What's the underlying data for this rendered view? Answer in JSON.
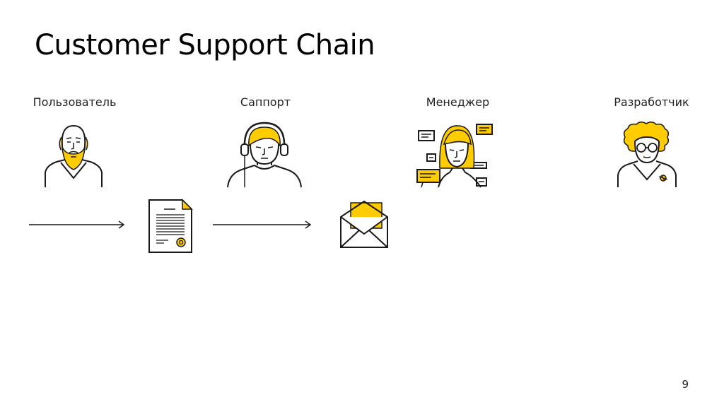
{
  "slide": {
    "title": "Customer Support Chain",
    "page_number": "9"
  },
  "roles": [
    {
      "label": "Пользователь",
      "icon": "bearded-man-avatar-icon"
    },
    {
      "label": "Саппорт",
      "icon": "headset-operator-avatar-icon"
    },
    {
      "label": "Менеджер",
      "icon": "woman-with-chat-bubbles-avatar-icon"
    },
    {
      "label": "Разработчик",
      "icon": "curly-haired-developer-avatar-icon"
    }
  ],
  "flow": {
    "items": [
      "arrow-right-icon",
      "document-icon",
      "arrow-right-icon",
      "envelope-icon"
    ]
  },
  "colors": {
    "accent": "#FFCC00",
    "stroke": "#1A1A1A",
    "text": "#222222",
    "background": "#FFFFFF"
  }
}
